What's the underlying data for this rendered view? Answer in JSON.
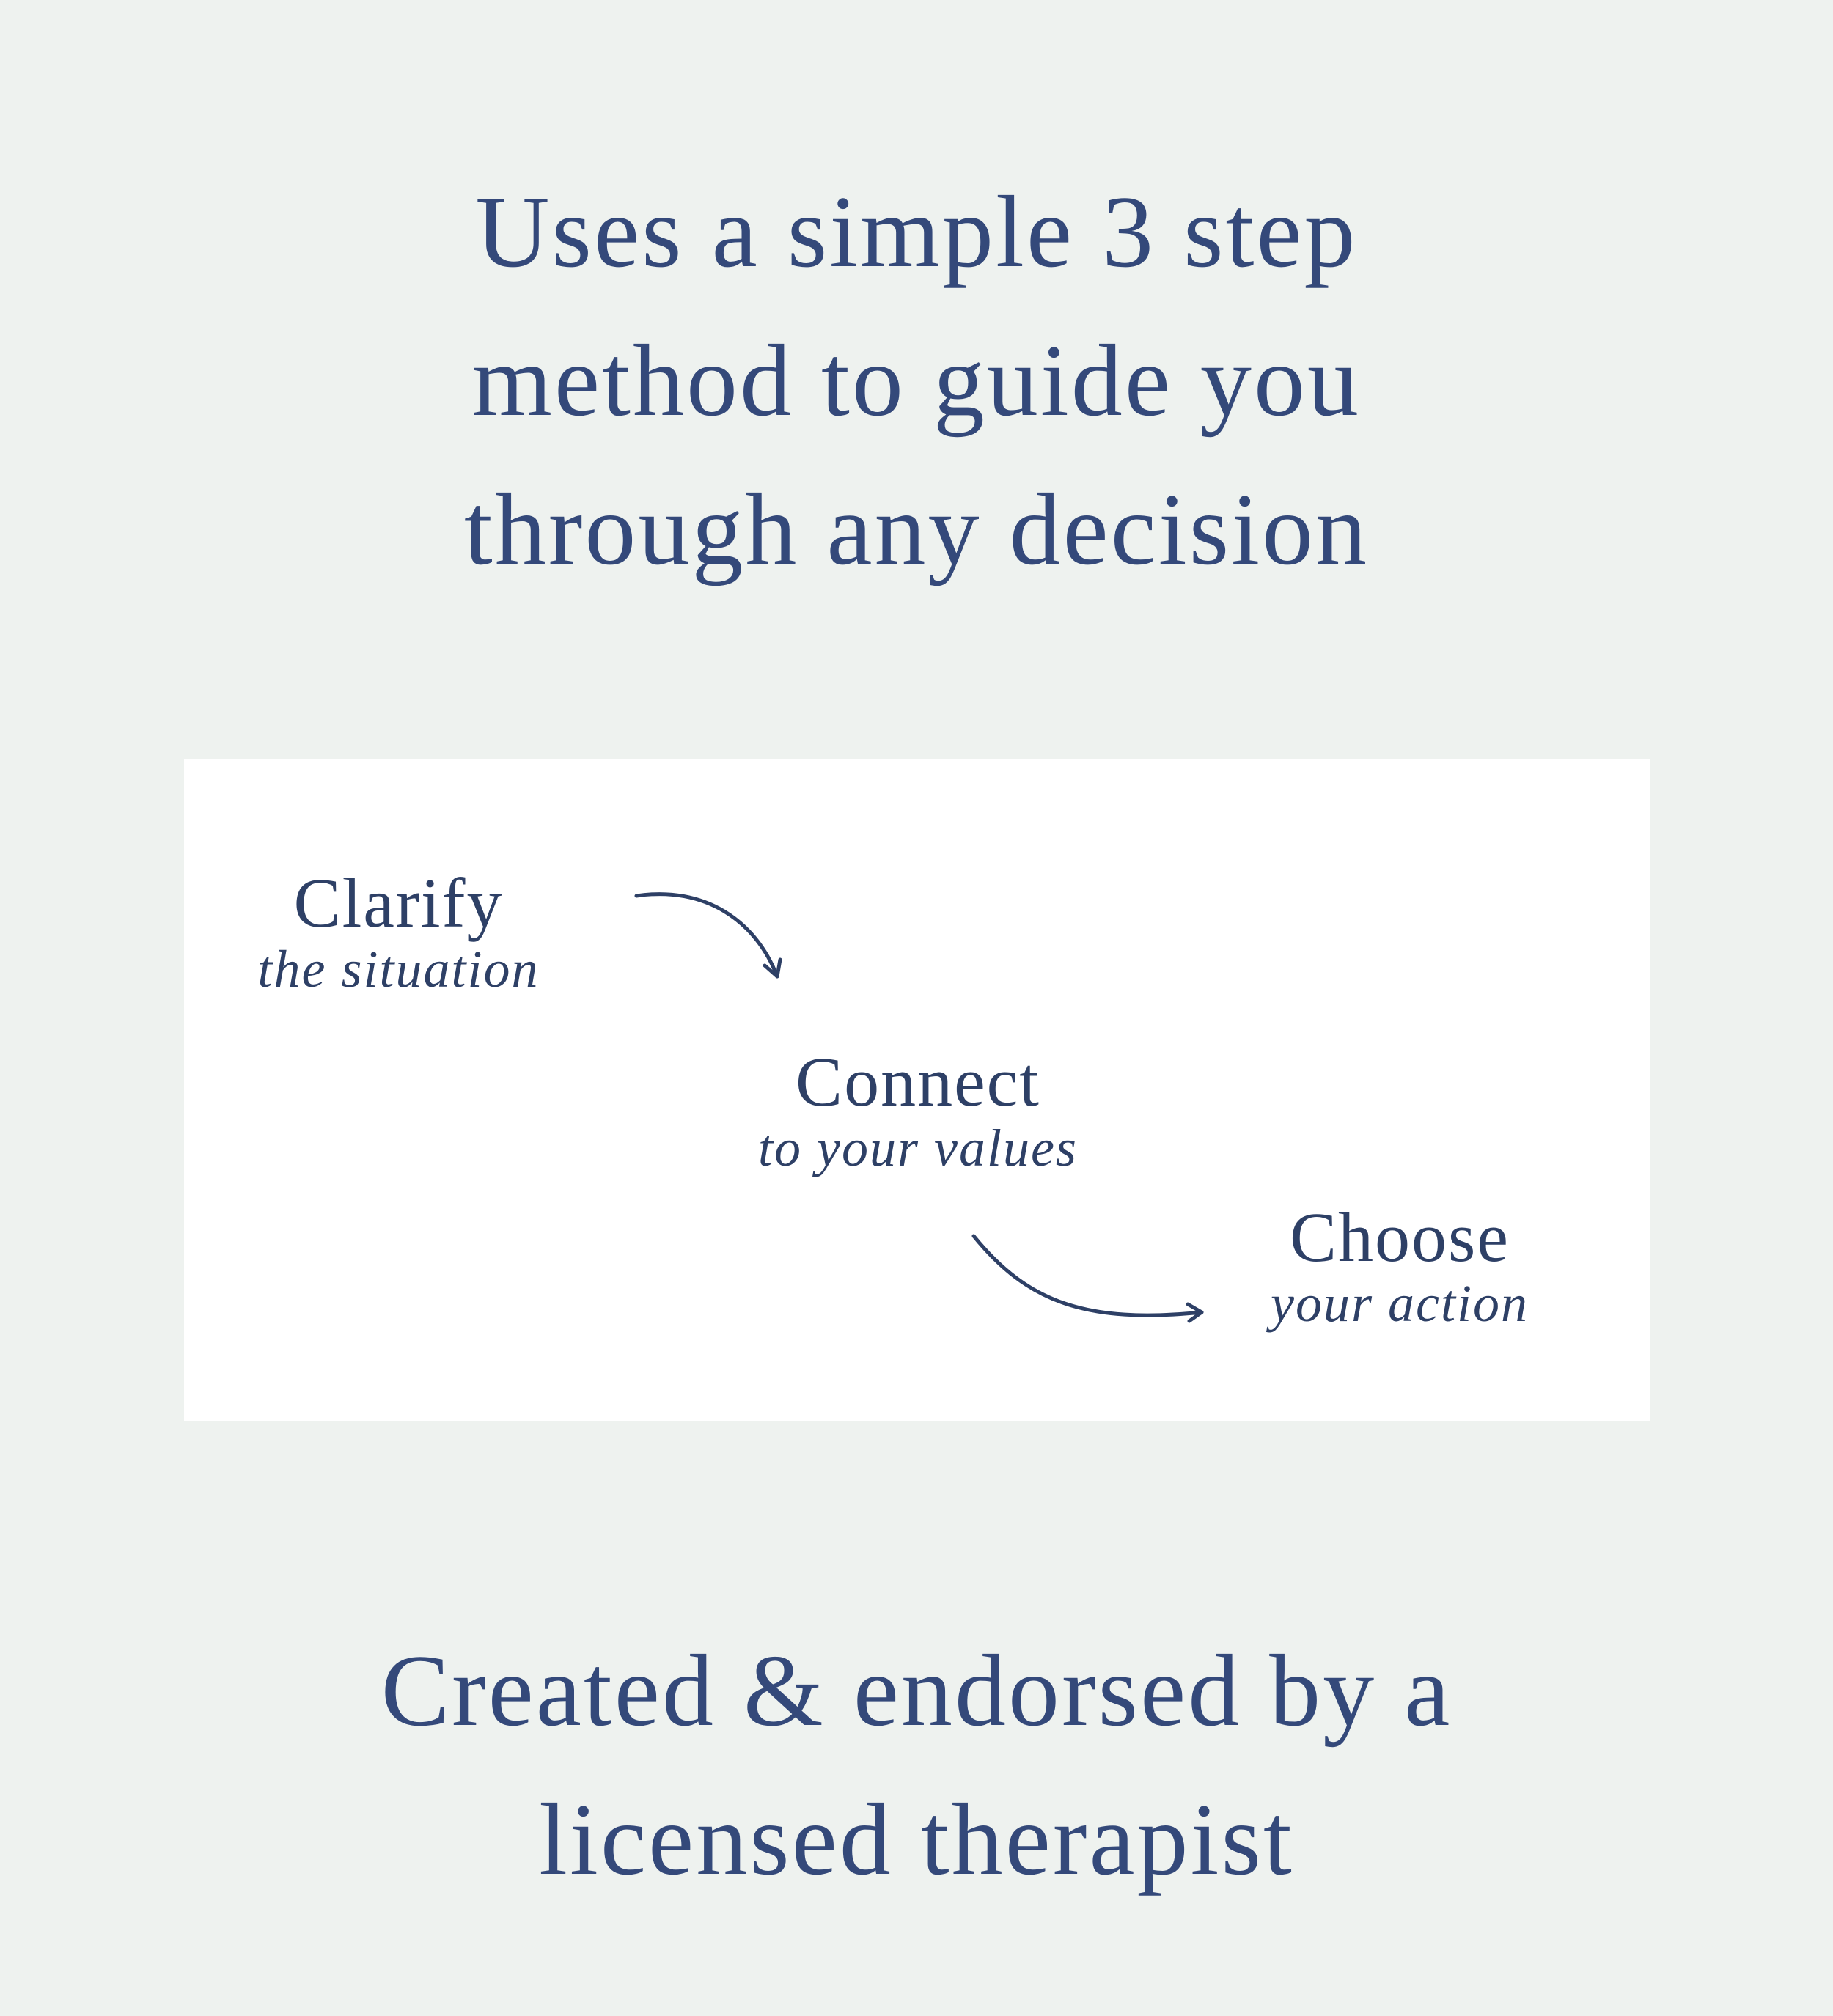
{
  "headline_top": {
    "lines": [
      "Uses a simple 3 step",
      "method to guide you",
      "through any decision"
    ]
  },
  "diagram": {
    "steps": [
      {
        "title": "Clarify",
        "subtitle": "the situation"
      },
      {
        "title": "Connect",
        "subtitle": "to your values"
      },
      {
        "title": "Choose",
        "subtitle": "your action"
      }
    ]
  },
  "headline_bottom": {
    "lines": [
      "Created & endorsed by a",
      "licensed therapist"
    ]
  },
  "colors": {
    "background": "#eef2ef",
    "panel": "#ffffff",
    "text": "#34497a"
  }
}
